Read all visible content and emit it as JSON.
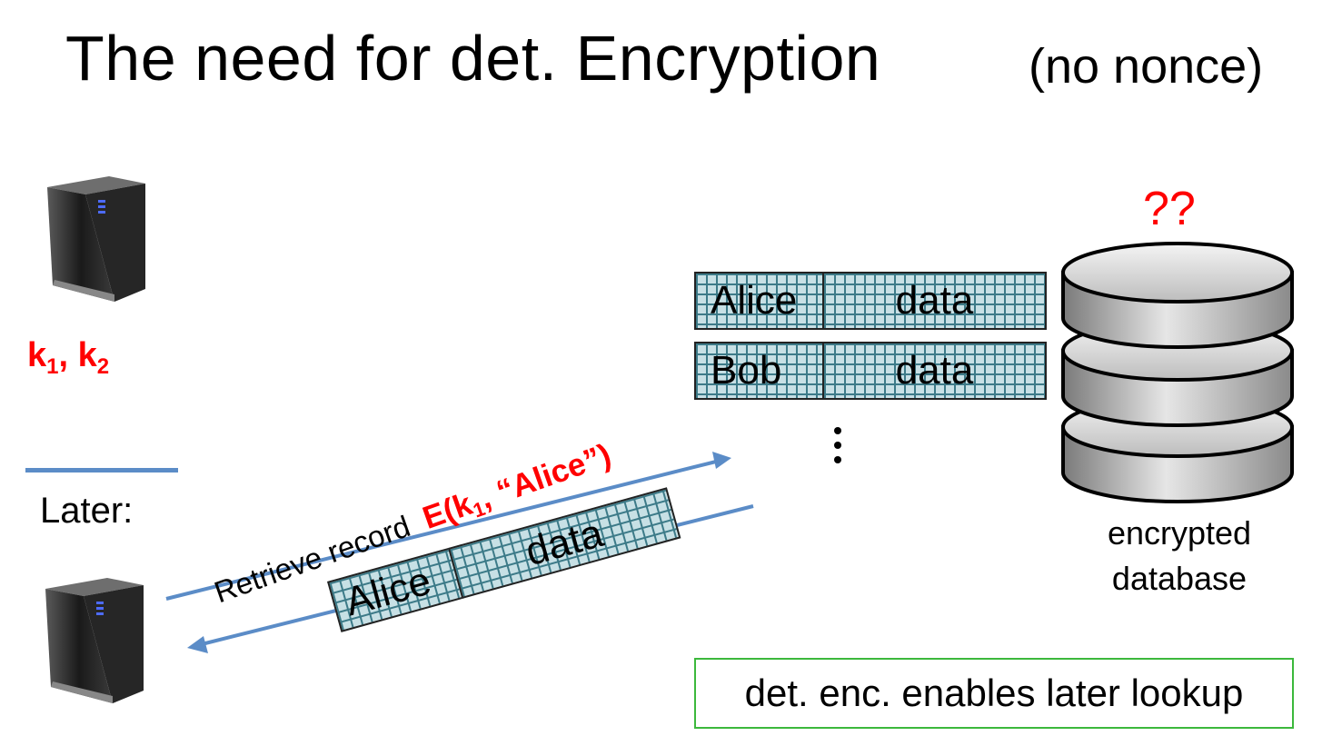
{
  "title": {
    "main": "The need for det. Encryption",
    "note": "(no nonce)"
  },
  "keys": {
    "k": "k",
    "sub1": "1",
    "sep": ", ",
    "sub2": "2"
  },
  "later_label": "Later:",
  "table": {
    "rows": [
      {
        "name": "Alice",
        "value": "data"
      },
      {
        "name": "Bob",
        "value": "data"
      }
    ]
  },
  "database": {
    "question": "??",
    "label_line1": "encrypted",
    "label_line2": "database"
  },
  "request": {
    "text": "Retrieve record",
    "enc_prefix": "E(k",
    "enc_sub": "1",
    "enc_suffix": ", “Alice”)"
  },
  "response_record": {
    "name": "Alice",
    "value": "data"
  },
  "callout": "det. enc. enables later lookup",
  "colors": {
    "key_red": "#ff0000",
    "arrow_blue": "#5b8cc7",
    "callout_border": "#3cb83c",
    "cell_fill": "#c7e0e5"
  },
  "icons": [
    "server-icon",
    "database-icon",
    "arrow-right-icon",
    "arrow-left-icon"
  ]
}
